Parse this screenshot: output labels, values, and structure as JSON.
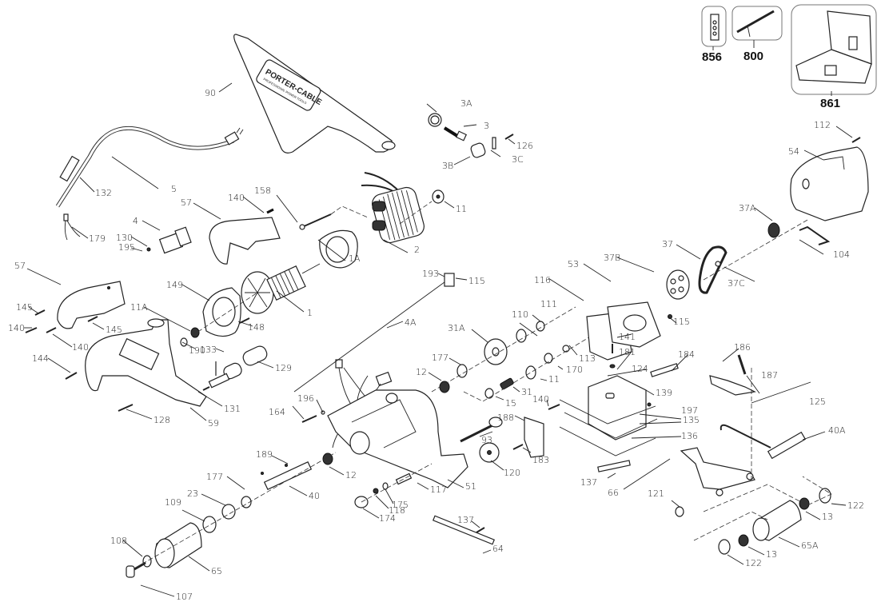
{
  "diagram": {
    "title": "Belt Sander Exploded Parts Diagram",
    "brand_logo_text": "PORTER-CABLE",
    "brand_logo_subtext": "PROFESSIONAL POWER TOOLS",
    "accessories": [
      {
        "id": "856",
        "label": "856"
      },
      {
        "id": "800",
        "label": "800"
      },
      {
        "id": "861",
        "label": "861"
      }
    ],
    "part_labels": [
      "90",
      "5",
      "132",
      "179",
      "4",
      "130",
      "195",
      "57",
      "140",
      "158",
      "2",
      "3A",
      "3",
      "3B",
      "3C",
      "126",
      "11",
      "112",
      "54",
      "37A",
      "104",
      "37",
      "37B",
      "37C",
      "53",
      "116",
      "115",
      "1A",
      "1",
      "149",
      "148",
      "11A",
      "190",
      "145",
      "145",
      "140",
      "140",
      "144",
      "57",
      "133",
      "129",
      "131",
      "128",
      "59",
      "193",
      "115",
      "4A",
      "111",
      "110",
      "31A",
      "177",
      "12",
      "141",
      "181",
      "184",
      "186",
      "187",
      "113",
      "170",
      "11",
      "31",
      "15",
      "124",
      "139",
      "140",
      "196",
      "164",
      "188",
      "93",
      "197",
      "135",
      "136",
      "125",
      "40A",
      "183",
      "120",
      "51",
      "137",
      "66",
      "121",
      "122",
      "13",
      "65A",
      "13",
      "122",
      "189",
      "12",
      "117",
      "177",
      "40",
      "23",
      "175",
      "118",
      "174",
      "109",
      "108",
      "65",
      "107",
      "137",
      "64"
    ]
  }
}
